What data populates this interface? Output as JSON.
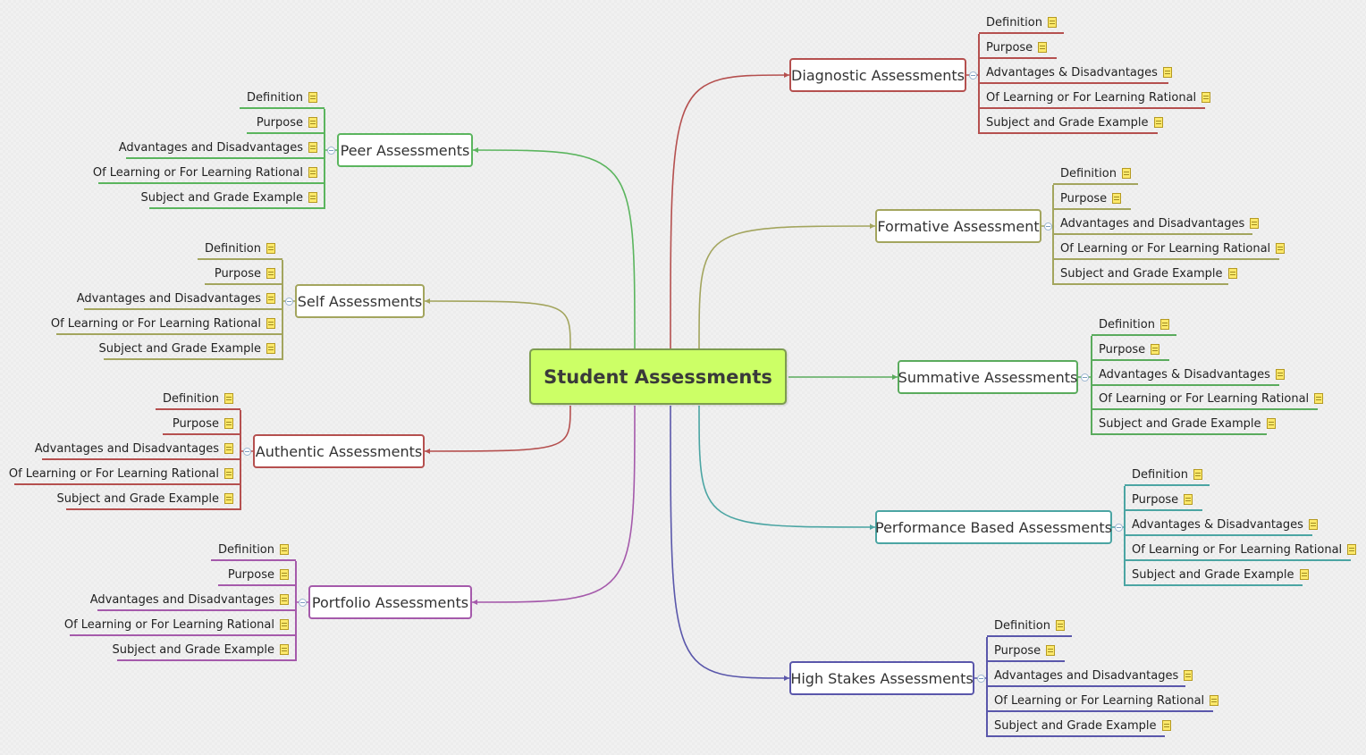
{
  "central_topic": "Student Assessments",
  "branches": [
    {
      "title": "Diagnostic Assessments",
      "color": "#b5504f",
      "side": "right",
      "subtopics": [
        "Definition",
        "Purpose",
        "Advantages & Disadvantages",
        "Of Learning or For Learning Rational",
        "Subject and Grade Example"
      ]
    },
    {
      "title": "Formative Assessment",
      "color": "#a3a55e",
      "side": "right",
      "subtopics": [
        "Definition",
        "Purpose",
        "Advantages and Disadvantages",
        "Of Learning or For Learning Rational",
        "Subject and Grade Example"
      ]
    },
    {
      "title": "Summative Assessments",
      "color": "#5aab5d",
      "side": "right",
      "subtopics": [
        "Definition",
        "Purpose",
        "Advantages & Disadvantages",
        "Of Learning or For Learning Rational",
        "Subject and Grade Example"
      ]
    },
    {
      "title": "Performance Based Assessments",
      "color": "#4ba5a3",
      "side": "right",
      "subtopics": [
        "Definition",
        "Purpose",
        "Advantages & Disadvantages",
        "Of Learning or For Learning Rational",
        "Subject and Grade Example"
      ]
    },
    {
      "title": "High Stakes Assessments",
      "color": "#5a57ab",
      "side": "right",
      "subtopics": [
        "Definition",
        "Purpose",
        "Advantages and Disadvantages",
        "Of Learning or For Learning Rational",
        "Subject and Grade Example"
      ]
    },
    {
      "title": "Peer Assessments",
      "color": "#5bb55e",
      "side": "left",
      "subtopics": [
        "Definition",
        "Purpose",
        "Advantages and Disadvantages",
        "Of Learning or For Learning Rational",
        "Subject and Grade Example"
      ]
    },
    {
      "title": "Self Assessments",
      "color": "#a3a55e",
      "side": "left",
      "subtopics": [
        "Definition",
        "Purpose",
        "Advantages and Disadvantages",
        "Of Learning or For Learning Rational",
        "Subject and Grade Example"
      ]
    },
    {
      "title": "Authentic Assessments",
      "color": "#b5504f",
      "side": "left",
      "subtopics": [
        "Definition",
        "Purpose",
        "Advantages and Disadvantages",
        "Of Learning or For Learning Rational",
        "Subject and Grade Example"
      ]
    },
    {
      "title": "Portfolio Assessments",
      "color": "#a55aab",
      "side": "left",
      "subtopics": [
        "Definition",
        "Purpose",
        "Advantages and Disadvantages",
        "Of Learning or For Learning Rational",
        "Subject and Grade Example"
      ]
    }
  ],
  "icons": {
    "note": "note-icon",
    "collapse": "collapse-toggle-icon"
  }
}
